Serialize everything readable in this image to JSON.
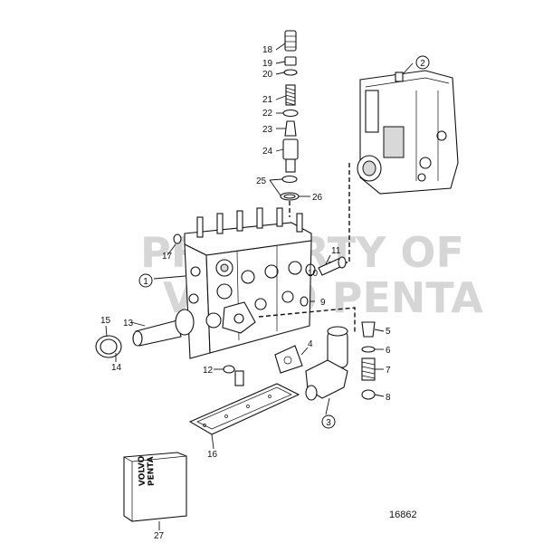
{
  "diagram": {
    "drawing_number": "16862",
    "watermark_lines": [
      "PROPERTY OF",
      "VOLVO PENTA"
    ],
    "box_brand_lines": [
      "VOLVO",
      "PENTA"
    ],
    "colors": {
      "line": "#111111",
      "watermark": "#c9c9c9",
      "background": "#ffffff"
    },
    "callouts": [
      "1",
      "2",
      "3",
      "4",
      "5",
      "6",
      "7",
      "8",
      "9",
      "10",
      "11",
      "12",
      "13",
      "14",
      "15",
      "16",
      "17",
      "18",
      "19",
      "20",
      "21",
      "22",
      "23",
      "24",
      "25",
      "26",
      "27"
    ]
  }
}
